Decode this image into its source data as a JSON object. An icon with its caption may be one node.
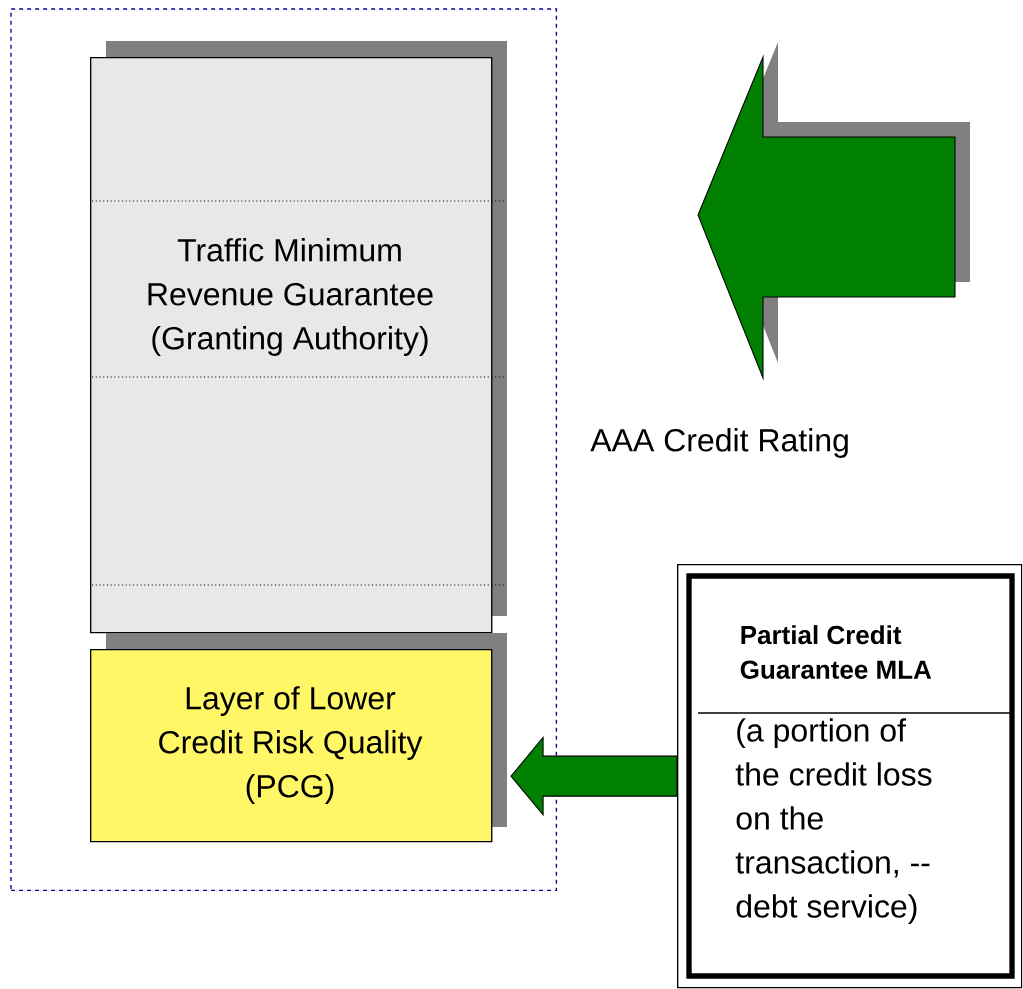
{
  "diagram": {
    "nodes": [
      {
        "text": [],
        "shape": "box"
      },
      {
        "text": [
          "Traffic Minimum Revenue Guarantee (Granting Authority)"
        ],
        "in": 0
      },
      {
        "text": [
          "Layer of Lower Credit Risk Quality (PCG)"
        ],
        "in": 0
      },
      {
        "text": [
          "Partial Credit Guarantee MLA",
          "(a portion of the credit loss on the transaction, -- debt service)"
        ]
      }
    ],
    "edges": [
      {
        "from": 3,
        "to": 2,
        "arrow": "to",
        "style": "thick"
      }
    ],
    "labels": [
      "AAA Credit Rating"
    ]
  }
}
